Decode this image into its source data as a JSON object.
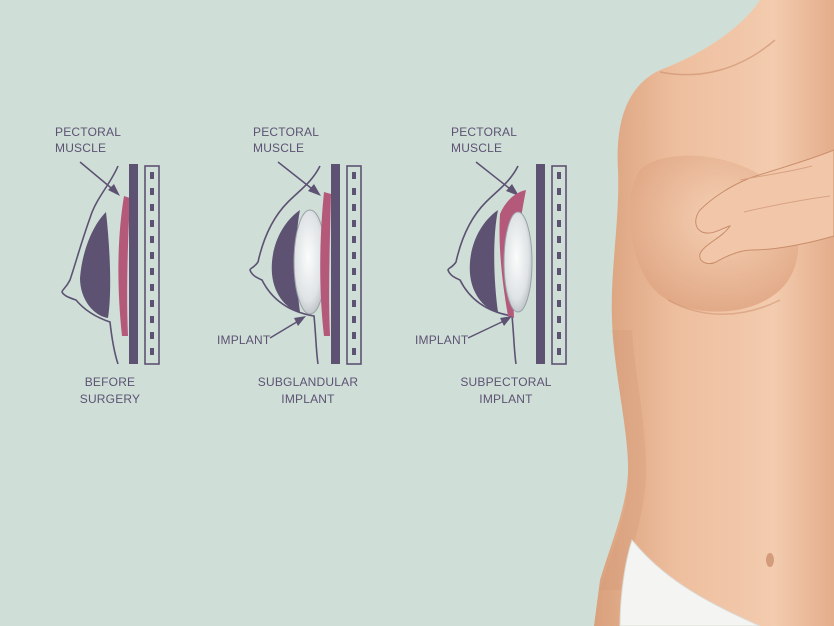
{
  "colors": {
    "background": "#cfdfd8",
    "tissue": "#5d5272",
    "muscle": "#b5597a",
    "implant": "#e6e9ea",
    "outline": "#5d5272",
    "skin": "#e9b896",
    "underwear": "#f4f4f2"
  },
  "panels": [
    {
      "muscle_label_line1": "PECTORAL",
      "muscle_label_line2": "MUSCLE",
      "caption_line1": "BEFORE",
      "caption_line2": "SURGERY"
    },
    {
      "muscle_label_line1": "PECTORAL",
      "muscle_label_line2": "MUSCLE",
      "implant_label": "IMPLANT",
      "caption_line1": "SUBGLANDULAR",
      "caption_line2": "IMPLANT"
    },
    {
      "muscle_label_line1": "PECTORAL",
      "muscle_label_line2": "MUSCLE",
      "implant_label": "IMPLANT",
      "caption_line1": "SUBPECTORAL",
      "caption_line2": "IMPLANT"
    }
  ]
}
